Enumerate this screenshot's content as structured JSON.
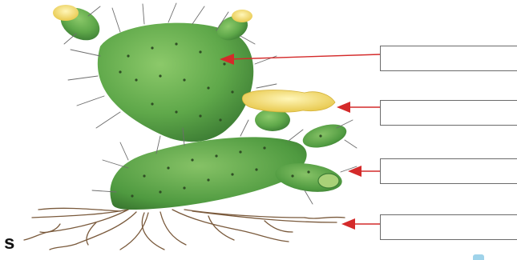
{
  "diagram": {
    "subject": "cactus-plant",
    "parts": [
      "stem",
      "flower",
      "leaf",
      "roots"
    ],
    "label_boxes": [
      {
        "part": "stem",
        "text": ""
      },
      {
        "part": "flower",
        "text": ""
      },
      {
        "part": "leaf",
        "text": ""
      },
      {
        "part": "roots",
        "text": ""
      }
    ],
    "corner_letter": "s",
    "colors": {
      "pad_green": "#5fa84a",
      "pad_dark": "#3e7f35",
      "flower_yellow": "#f2de7a",
      "arrow_red": "#d42a2a",
      "box_border": "#6b6b6b",
      "root_brown": "#7a5a3c"
    }
  }
}
